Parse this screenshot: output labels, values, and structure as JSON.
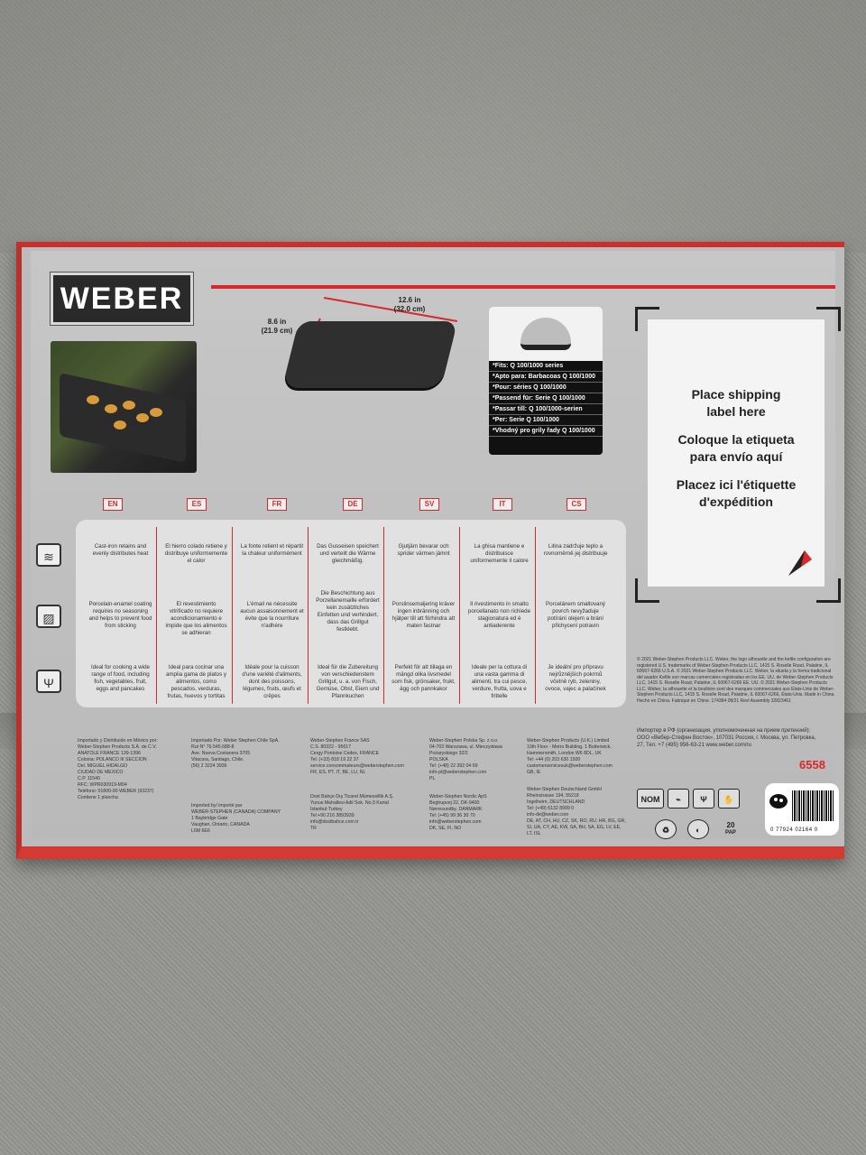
{
  "brand": "WEBER",
  "dimensions": {
    "width": "12.6 in\n(32.0 cm)",
    "depth": "8.6 in\n(21.9 cm)"
  },
  "fits": [
    "*Fits: Q 100/1000 series",
    "*Apto para: Barbacoas Q 100/1000",
    "*Pour: séries Q 100/1000",
    "*Passend für: Serie Q 100/1000",
    "*Passar till: Q 100/1000-serien",
    "*Per: Serie Q 100/1000",
    "*Vhodný pro grily řady Q 100/1000"
  ],
  "shipping_label": [
    "Place shipping",
    "label here",
    "Coloque la etiqueta",
    "para envío aquí",
    "Placez ici l'étiquette",
    "d'expédition"
  ],
  "languages": [
    "EN",
    "ES",
    "FR",
    "DE",
    "SV",
    "IT",
    "CS"
  ],
  "features": [
    {
      "lang": "EN",
      "rows": [
        "Cast-iron retains and evenly distributes heat",
        "Porcelain-enamel coating requires no seasoning and helps to prevent food from sticking",
        "Ideal for cooking a wide range of food, including fish, vegetables, fruit, eggs and pancakes"
      ]
    },
    {
      "lang": "ES",
      "rows": [
        "El hierro colado retiene y distribuye uniformemente el calor",
        "El revestimiento vitrificado no requiere acondicionamiento e impide que los alimentos se adhieran",
        "Ideal para cocinar una amplia gama de platos y alimentos, como pescados, verduras, frutas, huevos y tortitas"
      ]
    },
    {
      "lang": "FR",
      "rows": [
        "La fonte retient et répartit la chaleur uniformément",
        "L'émail ne nécessite aucun assaisonnement et évite que la nourriture n'adhère",
        "Idéale pour la cuisson d'une variété d'aliments, dont des poissons, légumes, fruits, œufs et crêpes"
      ]
    },
    {
      "lang": "DE",
      "rows": [
        "Das Gusseisen speichert und verteilt die Wärme gleichmäßig.",
        "Die Beschichtung aus Porzellanemaille erfordert kein zusätzliches Einfetten und verhindert, dass das Grillgut festklebt.",
        "Ideal für die Zubereitung von verschiedenstem Grillgut, u. a. von Fisch, Gemüse, Obst, Eiern und Pfannkuchen"
      ]
    },
    {
      "lang": "SV",
      "rows": [
        "Gjutjärn bevarar och sprider värmen jämnt",
        "Porslinsemaljering kräver ingen inbränning och hjälper till att förhindra att maten fastnar",
        "Perfekt för att tillaga en mängd olika livsmedel som fisk, grönsaker, frukt, ägg och pannkakor"
      ]
    },
    {
      "lang": "IT",
      "rows": [
        "La ghisa mantiene e distribuisce uniformemente il calore",
        "Il rivestimento in smalto porcellanato non richiede stagionatura ed è antiaderente",
        "Ideale per la cottura di una vasta gamma di alimenti, tra cui pesce, verdure, frutta, uova e frittelle"
      ]
    },
    {
      "lang": "CS",
      "rows": [
        "Litina zadržuje teplo a rovnoměrně jej distribuuje",
        "Porcelánem smaltovaný povrch nevyžaduje potírání olejem a brání přichycení potravin",
        "Je ideální pro přípravu nejrůznějších pokrmů včetně ryb, zeleniny, ovoce, vajec a palačinek"
      ]
    }
  ],
  "importers": [
    "Importado y Distribuido en México por:\nWeber-Stephen Products S.A. de C.V.\nANATOLE FRANCE 139-1396\nColonia: POLANCO III SECCION\nDel. MIGUEL HIDALGO\nCIUDAD DE MEXICO\nC.P. 11540\nRFC: WPR030919-M04\nTeléfono: 01800-00-WEBER (93237)\nContiene 1 plancha",
    "Importado Por: Weber Stephen Chile SpA.\nRut N° 76.545.688-8\nAve. Nueva Costanera 3705\nVitacura, Santiago, Chile.\n(56) 2 3224 3936",
    "Imported by/ importé par\nWEBER-STEPHEN (CANADA) COMPANY\n1 Baybridge Gate\nVaughan, Ontario, CANADA\nL6M 6E6",
    "Weber-Stephen France SAS\nC.S. 80322 - 95617\nCergy Pontoise Cedex, FRANCE\nTel: (+33) 818 19 22 37\nservice.consommateurs@weberstephen.com\nFR, ES, PT, IT, BE, LU, NL",
    "Dost Bahçe Dış Ticaret Mümessillik A.Ş.\nYunus Mahallesi Adil Sok. No:3 Kartal\nİstanbul-Turkey\nTel:+90 216 3893939\ninfo@dostbahce.com.tr\nTR",
    "Weber-Stephen Polska Sp. z o.o.\n04-703 Warszawa, ul. Mieczysława\nPożaryskiego 32/2\nPOLSKA\nTel: (+48) 22 392 04 69\ninfo-pl@weberstephen.com\nPL",
    "Weber-Stephen Nordic ApS\nBegtrupvej 22, DK-9400\nNørresundby, DANMARK\nTel: (+45) 99 36 30 70\ninfo@weberstephen.com\nDK, SE, FI, NO",
    "Weber-Stephen Products (U.K.) Limited\n10th Floor - Metro Building, 1 Butterwick,\nHammersmith, London W6 8DL, UK\nTel: +44 (0) 203 630 1500\ncustomerservicesuk@weberstephen.com\nGB, IE",
    "Weber-Stephen Deutschland GmbH\nRheinstrasse 194, 55218\nIngelheim, DEUTSCHLAND\nTel: (+49) 6132 8999 0\ninfo-de@weber.com\nDE, AT, CH, HU, CZ, SK, RO, RU, HR, BG, GR, SI, UA, CY, AE, KW, SA, BH, SA, EG, LV, EE, LT, ISL"
  ],
  "legal": "© 2021 Weber-Stephen Products LLC. Weber, the logo silhouette and the kettle configuration are registered U.S. trademarks of Weber-Stephen Products LLC, 1415 S. Roselle Road, Palatine, IL 60067-6266 U.S.A. © 2021 Weber-Stephen Products LLC. Weber, la silueta y la forma tradicional del asador Kettle son marcas comerciales registradas en los EE. UU. de Weber-Stephen Products LLC, 1415 S. Roselle Road, Palatine, IL 60067-6266 EE. UU. © 2021 Weber-Stephen Products LLC. Weber, la silhouette et la boulloire sont des marques commerciales aux États-Unis de Weber-Stephen Products LLC, 1415 S. Roselle Road, Palatine, IL 60067-6266, États-Unis. Made in China. Hecho en China. Fabriqué en Chine. 174384 08/21 Revl Assembly 32823461",
  "ru_text": "Импортер в РФ (организация, уполномоченная на прием претензий): ООО «Вебер-Стефен Восток», 107031 Россия, г. Москва, ул. Петровка, 27, Тел. +7 (495) 956-63-21 www.weber.com/ru",
  "product_code": "6558",
  "nom_mark": "NOM",
  "pap_mark": "PAP",
  "pap_number": "20",
  "barcode": "0 77924 02164 0"
}
